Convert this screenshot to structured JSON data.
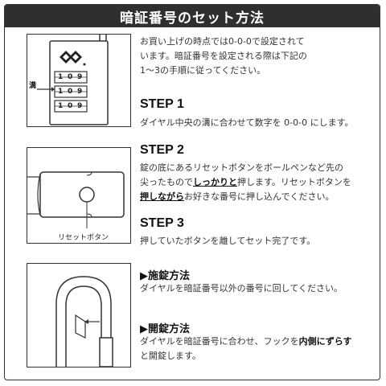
{
  "title": "暗証番号のセット方法",
  "intro": {
    "line1": "お買い上げの時点では0-0-0で設定されて",
    "line2": "います。暗証番号を設定される際は下記の",
    "line3": "1〜3の手順に従ってください。"
  },
  "step1": {
    "heading": "STEP 1",
    "text": "ダイヤル中央の溝に合わせて数字を 0-0-0 にします。"
  },
  "step2": {
    "heading": "STEP 2",
    "line1": "錠の底にあるリセットボタンをボールペンなど先の",
    "line2_a": "尖ったもので",
    "line2_bold": "しっかりと",
    "line2_b": "押します。リセットボタンを",
    "line3_bold": "押しながら",
    "line3_b": "お好きな番号に押し込んでください。"
  },
  "step3": {
    "heading": "STEP 3",
    "text": "押していたボタンを離してセット完了です。"
  },
  "lock": {
    "heading": "▶施錠方法",
    "text": "ダイヤルを暗証番号以外の番号に回してください。"
  },
  "unlock": {
    "heading": "▶開錠方法",
    "line1_a": "ダイヤルを暗証番号に合わせ、フックを",
    "line1_bold": "内側にずらす",
    "line2": "と開錠します。"
  },
  "figure1": {
    "groove_label": "溝",
    "dials": [
      [
        "1",
        "0",
        "9"
      ],
      [
        "1",
        "0",
        "9"
      ],
      [
        "1",
        "0",
        "9"
      ]
    ]
  },
  "figure2": {
    "reset_label": "リセットボタン"
  }
}
